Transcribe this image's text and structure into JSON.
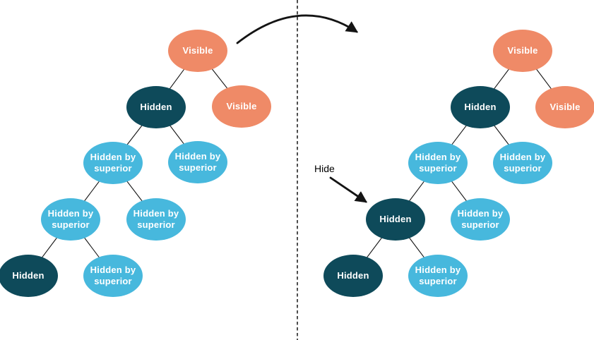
{
  "labels": {
    "hide_annotation": "Hide"
  },
  "colors": {
    "visible_fill": "#EF8A67",
    "hidden_fill": "#0E4A5A",
    "hbs_fill": "#47B8DD",
    "node_text": "#FFFFFF",
    "line": "#141414"
  },
  "trees": [
    {
      "name": "before",
      "nodes": [
        {
          "label": "Visible",
          "state": "visible"
        },
        {
          "label": "Hidden",
          "state": "hidden"
        },
        {
          "label": "Visible",
          "state": "visible"
        },
        {
          "label": "Hidden by superior",
          "state": "hidden-by-superior"
        },
        {
          "label": "Hidden by superior",
          "state": "hidden-by-superior"
        },
        {
          "label": "Hidden by superior",
          "state": "hidden-by-superior"
        },
        {
          "label": "Hidden by superior",
          "state": "hidden-by-superior"
        },
        {
          "label": "Hidden",
          "state": "hidden"
        },
        {
          "label": "Hidden by superior",
          "state": "hidden-by-superior"
        }
      ]
    },
    {
      "name": "after",
      "nodes": [
        {
          "label": "Visible",
          "state": "visible"
        },
        {
          "label": "Hidden",
          "state": "hidden"
        },
        {
          "label": "Visible",
          "state": "visible"
        },
        {
          "label": "Hidden by superior",
          "state": "hidden-by-superior"
        },
        {
          "label": "Hidden by superior",
          "state": "hidden-by-superior"
        },
        {
          "label": "Hidden",
          "state": "hidden"
        },
        {
          "label": "Hidden by superior",
          "state": "hidden-by-superior"
        },
        {
          "label": "Hidden",
          "state": "hidden"
        },
        {
          "label": "Hidden by superior",
          "state": "hidden-by-superior"
        }
      ]
    }
  ]
}
